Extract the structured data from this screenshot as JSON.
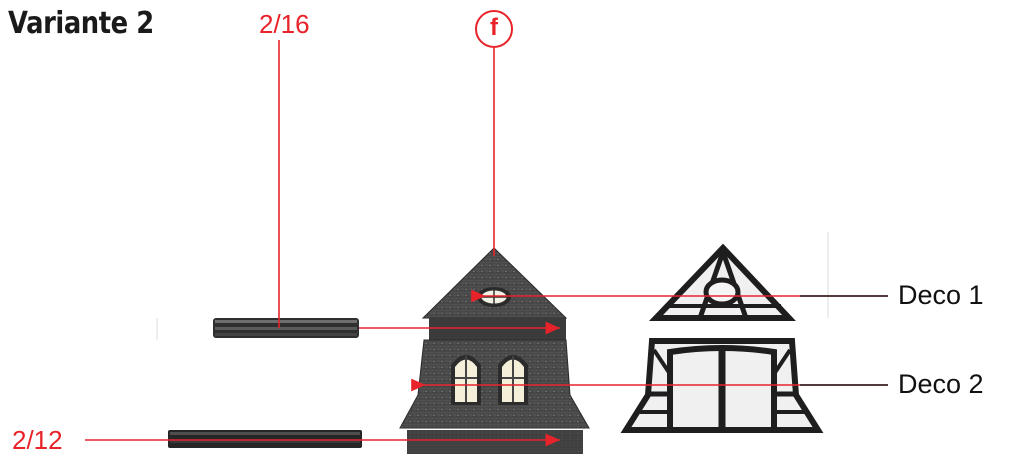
{
  "title": "Variante 2",
  "labels": {
    "rail_upper": "2/16",
    "rail_lower": "2/12",
    "marker": "f",
    "deco1": "Deco 1",
    "deco2": "Deco 2"
  },
  "colors": {
    "annotation": "#e8232a",
    "roof_dark": "#4a4a4a",
    "timber": "#1e1e1e",
    "infill": "#f0f0f0",
    "window_glow": "#f4efd8"
  }
}
